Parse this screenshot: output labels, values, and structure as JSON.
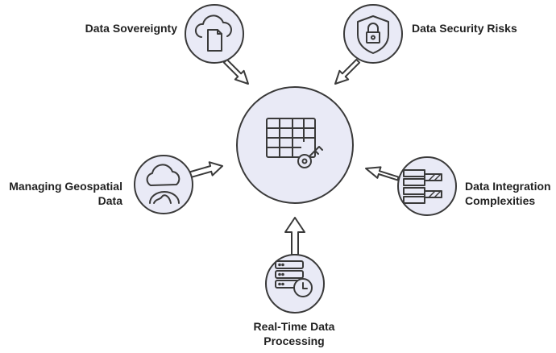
{
  "diagram": {
    "central_node": {
      "icon": "table-key-icon"
    },
    "nodes": [
      {
        "id": "sovereignty",
        "label_lines": [
          "Data Sovereignty"
        ],
        "icon": "cloud-document-icon"
      },
      {
        "id": "security",
        "label_lines": [
          "Data Security Risks"
        ],
        "icon": "shield-lock-icon"
      },
      {
        "id": "geospatial",
        "label_lines": [
          "Managing Geospatial",
          "Data"
        ],
        "icon": "cloud-globe-icon"
      },
      {
        "id": "integration",
        "label_lines": [
          "Data Integration",
          "Complexities"
        ],
        "icon": "blocks-integration-icon"
      },
      {
        "id": "realtime",
        "label_lines": [
          "Real-Time Data",
          "Processing"
        ],
        "icon": "server-clock-icon"
      }
    ],
    "colors": {
      "node_fill": "#E9EAF6",
      "stroke": "#3A3A3A",
      "label_text": "#222222"
    }
  }
}
